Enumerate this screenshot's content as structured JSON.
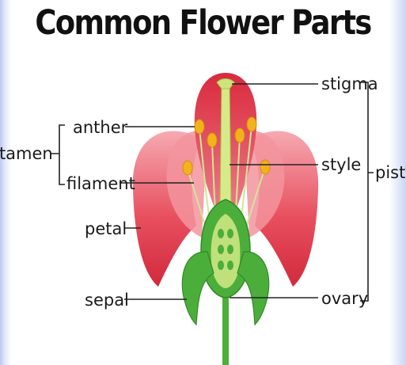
{
  "title": "Common Flower Parts",
  "labels": {
    "stigma": "stigma",
    "anther": "anther",
    "stamen": "stamen",
    "filament": "filament",
    "style": "style",
    "pistil": "pistil",
    "petal": "petal",
    "sepal": "sepal",
    "ovary": "ovary"
  },
  "colors": {
    "petal": "#e0384a",
    "petal_light": "#f4a0a8",
    "stem": "#4cae3a",
    "anther": "#f2b21c",
    "pistil": "#c7e07a"
  }
}
